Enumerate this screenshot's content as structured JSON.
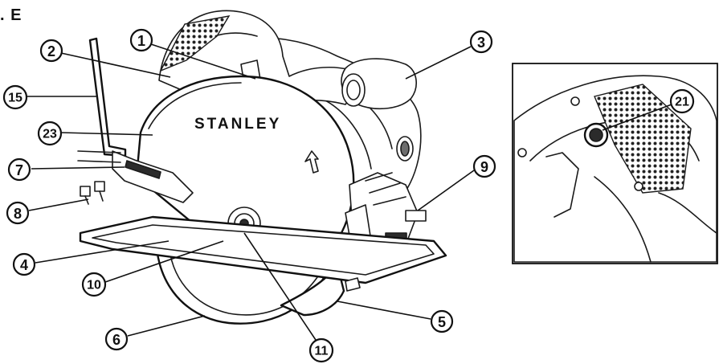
{
  "figure_label": ". E",
  "brand_text": "STANLEY",
  "callouts": [
    "1",
    "2",
    "3",
    "4",
    "5",
    "6",
    "7",
    "8",
    "9",
    "10",
    "11",
    "15",
    "21",
    "23"
  ]
}
